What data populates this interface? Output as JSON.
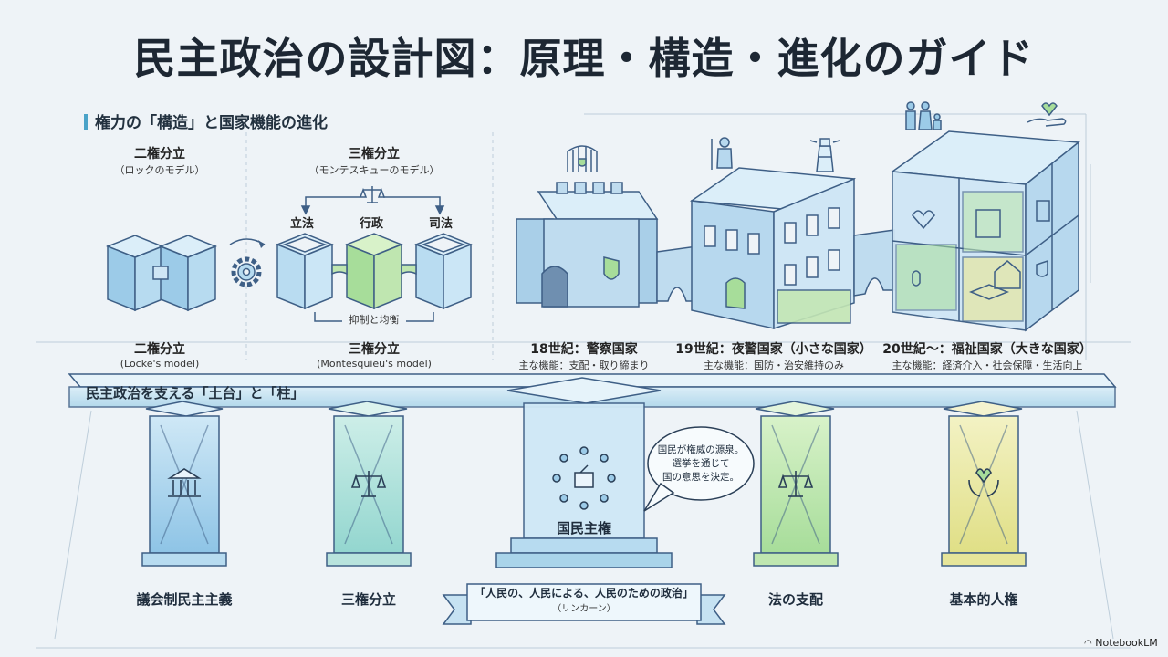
{
  "title": "民主政治の設計図：原理・構造・進化のガイド",
  "section1": {
    "title": "権力の「構造」と国家機能の進化",
    "two_power": {
      "top_title": "二権分立",
      "top_sub": "（ロックのモデル）",
      "bottom_title": "二権分立",
      "bottom_sub": "(Locke's model)"
    },
    "three_power": {
      "top_title": "三権分立",
      "top_sub": "（モンテスキューのモデル）",
      "legislative": "立法",
      "executive": "行政",
      "judicial": "司法",
      "checks": "抑制と均衡",
      "bottom_title": "三権分立",
      "bottom_sub": "(Montesquieu's model)"
    },
    "states": [
      {
        "title": "18世紀：警察国家",
        "sub": "主な機能：支配・取り締まり"
      },
      {
        "title": "19世紀：夜警国家（小さな国家）",
        "sub": "主な機能：国防・治安維持のみ"
      },
      {
        "title": "20世紀〜：福祉国家（大きな国家）",
        "sub": "主な機能：経済介入・社会保障・生活向上"
      }
    ]
  },
  "section2": {
    "title": "民主政治を支える「土台」と「柱」",
    "pillars": [
      {
        "label": "議会制民主主義",
        "icon": "parliament-icon"
      },
      {
        "label": "三権分立",
        "icon": "scales-icon"
      },
      {
        "label": "国民主権",
        "icon": "ballot-icon"
      },
      {
        "label": "法の支配",
        "icon": "scales-icon"
      },
      {
        "label": "基本的人権",
        "icon": "heart-hands-icon"
      }
    ],
    "speech": [
      "国民が権威の源泉。",
      "選挙を通じて",
      "国の意思を決定。"
    ],
    "ribbon_quote": "「人民の、人民による、人民のための政治」",
    "ribbon_author": "（リンカーン）"
  },
  "brand": "NotebookLM",
  "colors": {
    "blue": "#8ec4e6",
    "green": "#a7dd9a",
    "yellow": "#e8e79a",
    "line": "#3e5f86"
  }
}
